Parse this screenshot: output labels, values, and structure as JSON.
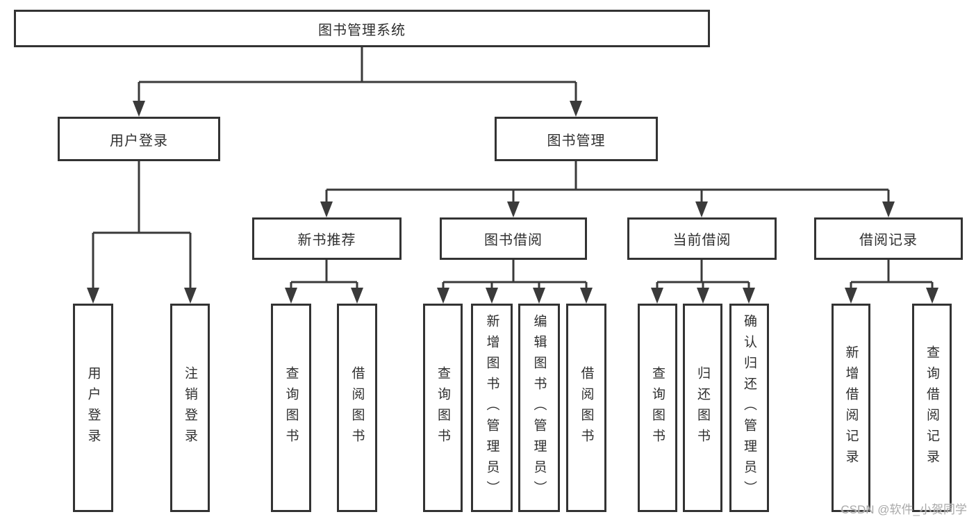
{
  "nodes": {
    "root": {
      "label": "图书管理系统"
    },
    "user_login": {
      "label": "用户登录"
    },
    "book_mgmt": {
      "label": "图书管理"
    },
    "new_book_rec": {
      "label": "新书推荐"
    },
    "book_borrow": {
      "label": "图书借阅"
    },
    "current_borrow": {
      "label": "当前借阅"
    },
    "borrow_records": {
      "label": "借阅记录"
    },
    "leaf_user_login": {
      "label": "用户登录"
    },
    "leaf_logout": {
      "label": "注销登录"
    },
    "rec_query_book": {
      "label": "查询图书"
    },
    "rec_borrow_book": {
      "label": "借阅图书"
    },
    "bb_query_book": {
      "label": "查询图书"
    },
    "bb_add_book": {
      "label": "新增图书（管理员）"
    },
    "bb_edit_book": {
      "label": "编辑图书（管理员）"
    },
    "bb_borrow_book": {
      "label": "借阅图书"
    },
    "cb_query_book": {
      "label": "查询图书"
    },
    "cb_return_book": {
      "label": "归还图书"
    },
    "cb_confirm_return": {
      "label": "确认归还（管理员）"
    },
    "br_add_record": {
      "label": "新增借阅记录"
    },
    "br_query_record": {
      "label": "查询借阅记录"
    }
  },
  "tree": [
    {
      "parent": "root",
      "children": [
        "user_login",
        "book_mgmt"
      ]
    },
    {
      "parent": "user_login",
      "children": [
        "leaf_user_login",
        "leaf_logout"
      ]
    },
    {
      "parent": "book_mgmt",
      "children": [
        "new_book_rec",
        "book_borrow",
        "current_borrow",
        "borrow_records"
      ]
    },
    {
      "parent": "new_book_rec",
      "children": [
        "rec_query_book",
        "rec_borrow_book"
      ]
    },
    {
      "parent": "book_borrow",
      "children": [
        "bb_query_book",
        "bb_add_book",
        "bb_edit_book",
        "bb_borrow_book"
      ]
    },
    {
      "parent": "current_borrow",
      "children": [
        "cb_query_book",
        "cb_return_book",
        "cb_confirm_return"
      ]
    },
    {
      "parent": "borrow_records",
      "children": [
        "br_add_record",
        "br_query_record"
      ]
    }
  ],
  "watermark": "CSDN @软件_小贺同学",
  "colors": {
    "background": "#ffffff",
    "box_fill": "#ffffff",
    "box_border": "#333333",
    "line": "#3a3a3a",
    "text": "#2f2f2f",
    "watermark": "#a9a9a9"
  }
}
